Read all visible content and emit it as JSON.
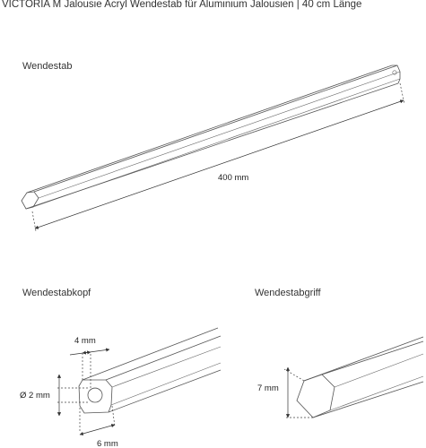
{
  "page": {
    "title": "VICTORIA M Jalousie Acryl Wendestab für Aluminium Jalousien | 40 cm Länge"
  },
  "sections": {
    "rod": {
      "label": "Wendestab",
      "length": "400 mm"
    },
    "head": {
      "label": "Wendestabkopf",
      "hole_offset": "4 mm",
      "hole_diameter": "Ø 2 mm",
      "width": "6 mm"
    },
    "grip": {
      "label": "Wendestabgriff",
      "size": "7 mm"
    }
  },
  "colors": {
    "outline": "#555555",
    "dimension": "#333333"
  }
}
